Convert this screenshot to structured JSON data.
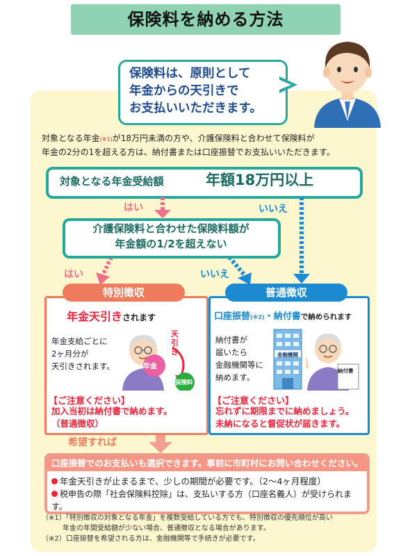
{
  "title": "保険料を納める方法",
  "speech": {
    "lines": [
      "保険料は、原則として",
      "年金からの天引きで",
      "お支払いいただきます。"
    ]
  },
  "intro": {
    "line1_pre": "対象となる年金",
    "line1_mark": "(※1)",
    "line1_post": "が18万円未満の方や、介護保険料と合わせて保険料が",
    "line2": "年金の2分の1を超える方は、納付書または口座振替でお支払いいただきます。"
  },
  "q1": {
    "label": "対象となる年金受給額",
    "amount": "年額18万円以上",
    "yes": "はい",
    "no": "いいえ"
  },
  "q2": {
    "lines": [
      "介護保険料と合わせた保険料額が",
      "年金額の1/2を超えない"
    ],
    "yes": "はい",
    "no": "いいえ"
  },
  "special": {
    "header": "特別徴収",
    "headline_red": "年金天引き",
    "headline_rest": "されます",
    "body": [
      "年金支給ごとに",
      "2ヶ月分が",
      "天引きされます。"
    ],
    "coin_pension": "年金",
    "deduct_label": "天引き",
    "coin_insurance": "保険料",
    "note_title": "【ご注意ください】",
    "note_body": [
      "加入当初は納付書で納めます。",
      "（普通徴収）"
    ]
  },
  "regular": {
    "header": "普通徴収",
    "headline_part1": "口座振替",
    "headline_mark": "(※2)",
    "headline_sep": "・",
    "headline_part2": "納付書",
    "headline_rest": "で納められます",
    "body": [
      "納付書が",
      "届いたら",
      "金融機関等に",
      "納めます。"
    ],
    "bank_sign": "金融機関",
    "paper_label": "納付書",
    "note_title": "【ご注意ください】",
    "note_body": [
      "忘れずに期限までに納めましょう。",
      "未納になると督促状が届きます。"
    ]
  },
  "hope": "希望すれば",
  "bottom": {
    "header": "口座振替でのお支払いも選択できます。事前に市町村にお問い合わせください。",
    "bullets": [
      "年金天引きが止まるまで、少しの期間が必要です。（2～4ヶ月程度）",
      "税申告の際「社会保険料控除」は、支払いする方（口座名義人）が受けられます。"
    ]
  },
  "footnotes": {
    "n1_line1": "（※1）「特別徴収の対象となる年金」を複数受給している方でも、特別徴収の優先順位が高い",
    "n1_line2": "年金の年間受給額が少ない場合、普通徴収となる場合があります。",
    "n2": "（※2）口座振替を希望される方は、金融機関等で手続きが必要です。"
  },
  "colors": {
    "teal": "#24a89c",
    "orange": "#ef7b5d",
    "blue": "#1c8ad0",
    "red": "#e8253c",
    "pink": "#ef6f88",
    "panel": "#fdf7cf",
    "banner": "#8fd3b4"
  }
}
